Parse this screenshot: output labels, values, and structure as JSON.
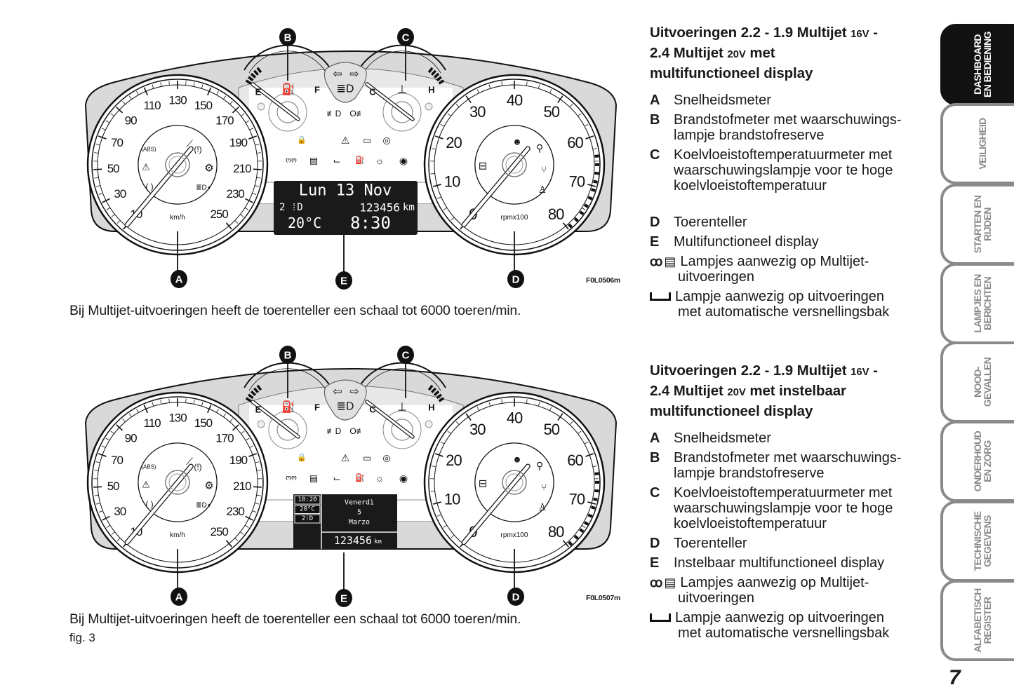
{
  "figures": [
    {
      "code": "F0L0506m",
      "caption": "Bij Multijet-uitvoeringen heeft de toerenteller een schaal tot 6000 toeren/min.",
      "callouts": [
        "A",
        "B",
        "C",
        "D",
        "E"
      ],
      "speedometer": {
        "unit": "km/h",
        "ticks": [
          "10",
          "30",
          "50",
          "70",
          "90",
          "110",
          "130",
          "150",
          "170",
          "190",
          "210",
          "230",
          "250"
        ]
      },
      "tachometer": {
        "unit": "rpmx100",
        "ticks": [
          "0",
          "10",
          "20",
          "30",
          "40",
          "50",
          "60",
          "70",
          "80"
        ]
      },
      "fuel_gauge": {
        "low": "E",
        "high": "F"
      },
      "temp_gauge": {
        "low": "C",
        "high": "H"
      },
      "display": {
        "type": "standard",
        "date": "Lun 13 Nov",
        "headlight_level": "2",
        "odometer": "123456",
        "odometer_unit": "km",
        "temperature": "20°C",
        "time": "8:30"
      }
    },
    {
      "code": "F0L0507m",
      "caption": "Bij Multijet-uitvoeringen heeft de toerenteller een schaal tot 6000 toeren/min.",
      "callouts": [
        "A",
        "B",
        "C",
        "D",
        "E"
      ],
      "speedometer": {
        "unit": "km/h",
        "ticks": [
          "10",
          "30",
          "50",
          "70",
          "90",
          "110",
          "130",
          "150",
          "170",
          "190",
          "210",
          "230",
          "250"
        ]
      },
      "tachometer": {
        "unit": "rpmx100",
        "ticks": [
          "0",
          "10",
          "20",
          "30",
          "40",
          "50",
          "60",
          "70",
          "80"
        ]
      },
      "fuel_gauge": {
        "low": "E",
        "high": "F"
      },
      "temp_gauge": {
        "low": "C",
        "high": "H"
      },
      "display": {
        "type": "reconfigurable",
        "time": "10:20",
        "temperature": "20°C",
        "headlight_level": "2",
        "day": "Venerdì",
        "date_num": "5",
        "month": "Marzo",
        "odometer": "123456",
        "odometer_unit": "km"
      }
    }
  ],
  "fig_ref": "fig. 3",
  "sections": [
    {
      "heading_parts": [
        "Uitvoeringen 2.2 - 1.9 Multijet ",
        "16V",
        " -",
        "2.4 Multijet ",
        "20V",
        " met",
        "multifunctioneel display"
      ],
      "items": [
        {
          "key": "A",
          "text": "Snelheidsmeter"
        },
        {
          "key": "B",
          "text": "Brandstofmeter met waarschuwings-lampje brandstofreserve"
        },
        {
          "key": "C",
          "text": "Koelvloeistoftemperatuurmeter met waarschuwingslampje voor te hoge koelvloeistoftemperatuur"
        },
        {
          "key": "D",
          "text": "Toerenteller"
        },
        {
          "key": "E",
          "text": "Multifunctioneel display"
        }
      ],
      "notes": [
        {
          "icons": [
            "glow-plug-icon",
            "diesel-filter-icon"
          ],
          "text": "Lampjes aanwezig op Multijet-",
          "text2": "uitvoeringen"
        },
        {
          "icons": [
            "automatic-gearbox-icon"
          ],
          "text": "Lampje aanwezig op uitvoeringen",
          "text2": "met automatische versnellingsbak"
        }
      ]
    },
    {
      "heading_parts": [
        "Uitvoeringen 2.2 - 1.9 Multijet ",
        "16V",
        " -",
        "2.4 Multijet ",
        "20V",
        " met instelbaar",
        "multifunctioneel display"
      ],
      "items": [
        {
          "key": "A",
          "text": "Snelheidsmeter"
        },
        {
          "key": "B",
          "text": "Brandstofmeter met waarschuwings-lampje brandstofreserve"
        },
        {
          "key": "C",
          "text": "Koelvloeistoftemperatuurmeter met waarschuwingslampje voor te hoge koelvloeistoftemperatuur"
        },
        {
          "key": "D",
          "text": "Toerenteller"
        },
        {
          "key": "E",
          "text": "Instelbaar multifunctioneel display"
        }
      ],
      "notes": [
        {
          "icons": [
            "glow-plug-icon",
            "diesel-filter-icon"
          ],
          "text": "Lampjes aanwezig op Multijet-",
          "text2": "uitvoeringen"
        },
        {
          "icons": [
            "automatic-gearbox-icon"
          ],
          "text": "Lampje aanwezig op uitvoeringen",
          "text2": "met automatische versnellingsbak"
        }
      ]
    }
  ],
  "tabs": [
    {
      "label_lines": [
        "DASHBOARD",
        "EN BEDIENING"
      ],
      "active": true
    },
    {
      "label_lines": [
        "VEILIGHEID"
      ],
      "active": false
    },
    {
      "label_lines": [
        "STARTEN EN",
        "RIJDEN"
      ],
      "active": false
    },
    {
      "label_lines": [
        "LAMPJES EN",
        "BERICHTEN"
      ],
      "active": false
    },
    {
      "label_lines": [
        "NOOD-",
        "GEVALLEN"
      ],
      "active": false
    },
    {
      "label_lines": [
        "ONDERHOUD",
        "EN ZORG"
      ],
      "active": false
    },
    {
      "label_lines": [
        "TECHNISCHE",
        "GEGEVENS"
      ],
      "active": false
    },
    {
      "label_lines": [
        "ALFABETISCH",
        "REGISTER"
      ],
      "active": false
    }
  ],
  "page_number": "7"
}
